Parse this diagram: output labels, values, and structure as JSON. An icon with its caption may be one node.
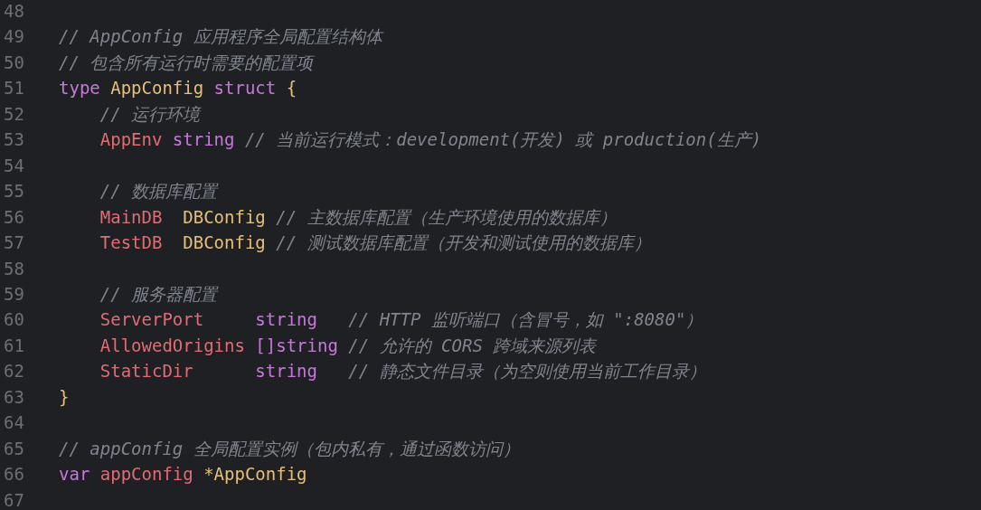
{
  "diagram": {
    "labels": [
      "48",
      "49",
      "// AppConfig 应用程序全局配置结构体",
      "50",
      "// 包含所有运行时需要的配置项",
      "51",
      "type",
      "AppConfig",
      "struct",
      "{",
      "52",
      "// 运行环境",
      "53",
      "AppEnv",
      "string",
      "// 当前运行模式：development(开发) 或 production(生产)",
      "54",
      "55",
      "// 数据库配置",
      "56",
      "MainDB",
      "DBConfig",
      "// 主数据库配置（生产环境使用的数据库）",
      "57",
      "TestDB",
      "DBConfig",
      "// 测试数据库配置（开发和测试使用的数据库）",
      "58",
      "59",
      "// 服务器配置",
      "60",
      "ServerPort",
      "string",
      "// HTTP 监听端口（含冒号，如 \":8080\"）",
      "61",
      "AllowedOrigins",
      "[]string",
      "// 允许的 CORS 跨域来源列表",
      "62",
      "StaticDir",
      "string",
      "// 静态文件目录（为空则使用当前工作目录）",
      "63",
      "}",
      "64",
      "65",
      "// appConfig 全局配置实例（包内私有，通过函数访问）",
      "66",
      "var",
      "appConfig",
      "*AppConfig",
      "67"
    ]
  }
}
